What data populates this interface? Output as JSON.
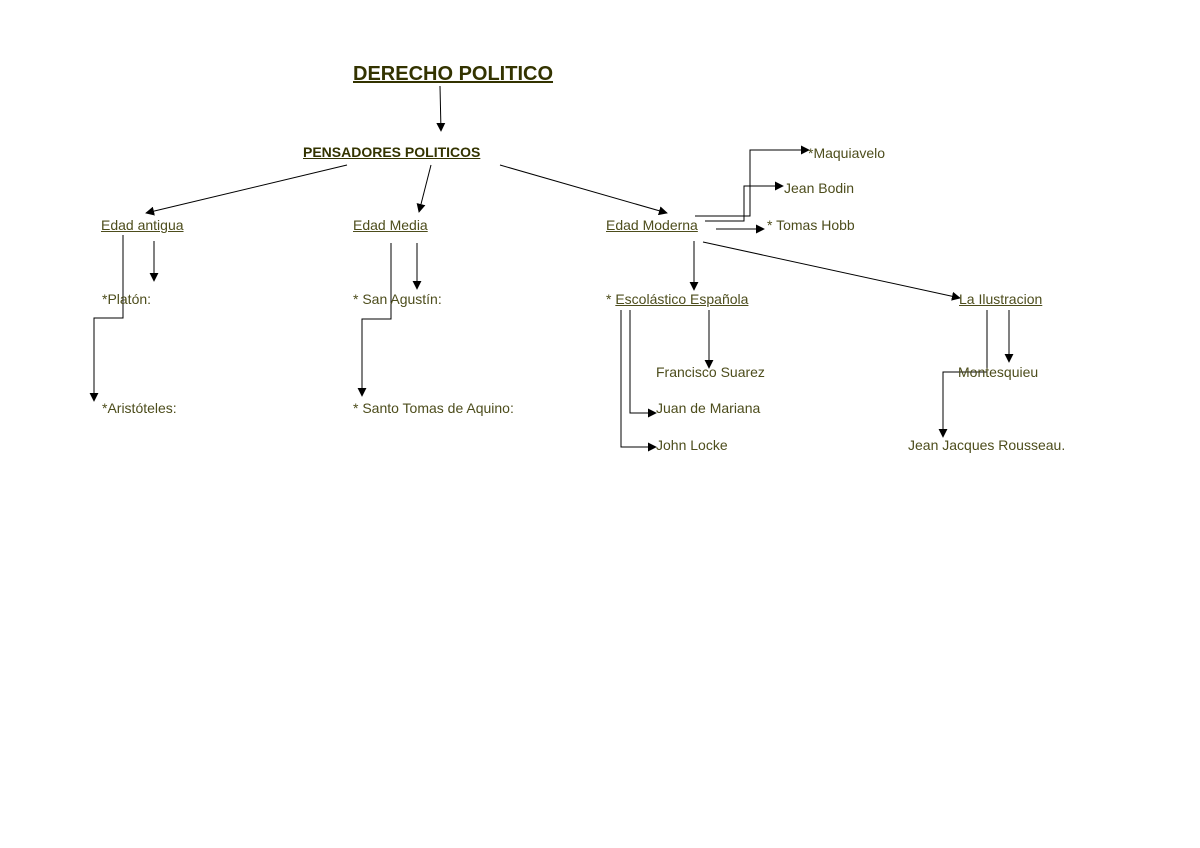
{
  "title": "DERECHO POLITICO",
  "subtitle": "PENSADORES POLITICOS",
  "eras": {
    "antigua": "Edad antigua",
    "media": "Edad Media",
    "moderna": "Edad Moderna"
  },
  "antigua_thinkers": [
    "*Platón:",
    "*Aristóteles:"
  ],
  "media_thinkers": [
    "*  San Agustín:",
    "* Santo Tomas de Aquino:"
  ],
  "moderna_thinkers": [
    "*Maquiavelo",
    "Jean Bodin",
    "* Tomas Hobb"
  ],
  "escolastica": {
    "prefix": "* ",
    "label": "Escolástico Española",
    "members": [
      "Francisco Suarez",
      "Juan de Mariana",
      "John Locke"
    ]
  },
  "ilustracion": {
    "label": "La Ilustracion",
    "members": [
      "Montesquieu",
      "Jean Jacques Rousseau."
    ]
  },
  "colors": {
    "text": "#4d4d1c",
    "heading": "#333300",
    "arrow": "#000000"
  }
}
